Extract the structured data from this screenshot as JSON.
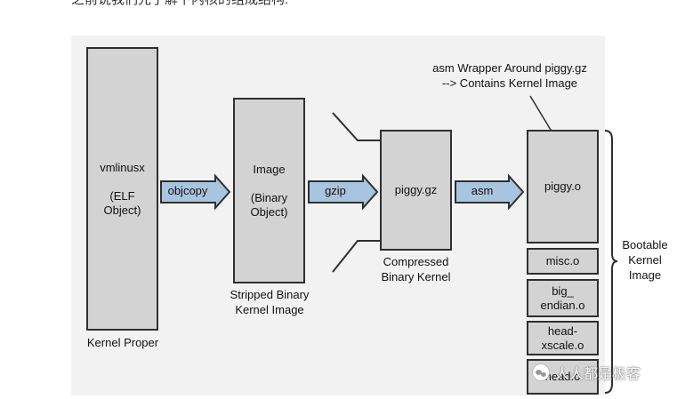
{
  "header_text": "之前说我们先了解下内核的组成结构:",
  "boxes": {
    "vmlinux": "vmlinusx\n\n(ELF\nObject)",
    "image": "Image\n\n(Binary\nObject)",
    "piggy_gz": "piggy.gz",
    "piggy_o": "piggy.o",
    "misc_o": "misc.o",
    "big_endian_o": "big_\nendian.o",
    "head_xscale_o": "head-\nxscale.o",
    "head_o": "head.o"
  },
  "arrows": {
    "objcopy": "objcopy",
    "gzip": "gzip",
    "asm": "asm"
  },
  "captions": {
    "kernel_proper": "Kernel Proper",
    "stripped": "Stripped Binary\nKernel Image",
    "compressed": "Compressed\nBinary Kernel",
    "asm_wrapper": "asm Wrapper Around piggy.gz\n--> Contains Kernel Image",
    "bootable": "Bootable\nKernel\nImage"
  },
  "watermark": "人人都是极客",
  "colors": {
    "box_fill": "#d3d3d3",
    "arrow_fill": "#a9c4de",
    "outline": "#2f2f2f",
    "diagram_bg": "#f2f2f2"
  }
}
